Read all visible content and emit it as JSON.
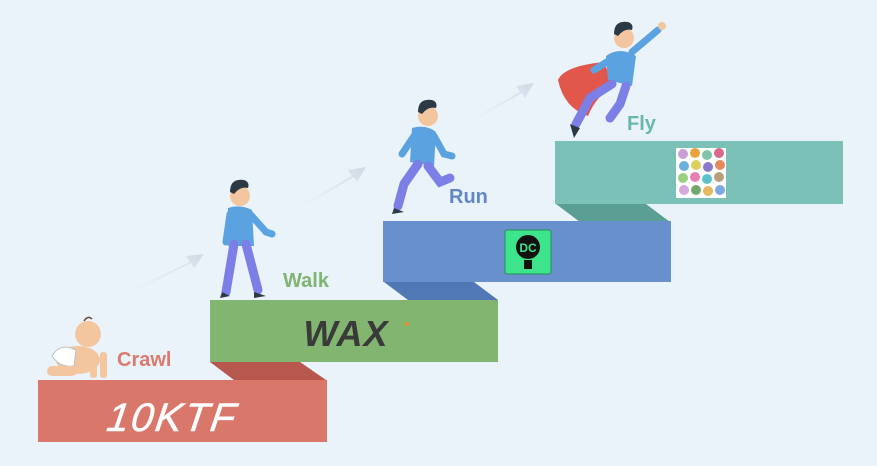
{
  "stages": [
    {
      "id": "crawl",
      "label": "Crawl",
      "logo_text": "10KTF",
      "color": "#d9776a",
      "label_color": "#db7b6d"
    },
    {
      "id": "walk",
      "label": "Walk",
      "logo_text": "WAX",
      "color": "#82b56f",
      "label_color": "#7fb471"
    },
    {
      "id": "run",
      "label": "Run",
      "logo_text": "DC",
      "color": "#6890cc",
      "label_color": "#6187c6"
    },
    {
      "id": "fly",
      "label": "Fly",
      "logo_text": "",
      "color": "#7cc1b8",
      "label_color": "#69b8ac"
    }
  ],
  "icons": {
    "crawl": "baby-crawling-icon",
    "walk": "man-walking-icon",
    "run": "man-running-icon",
    "fly": "superhero-flying-icon",
    "nft_logo": "polka-dot-nft-icon"
  },
  "colors": {
    "background": "#eaf2fa",
    "shirt": "#5aa3e0",
    "pants": "#7b7fe6",
    "skin": "#f4c6a0",
    "hair": "#2b3a45",
    "cape": "#e2574c"
  }
}
